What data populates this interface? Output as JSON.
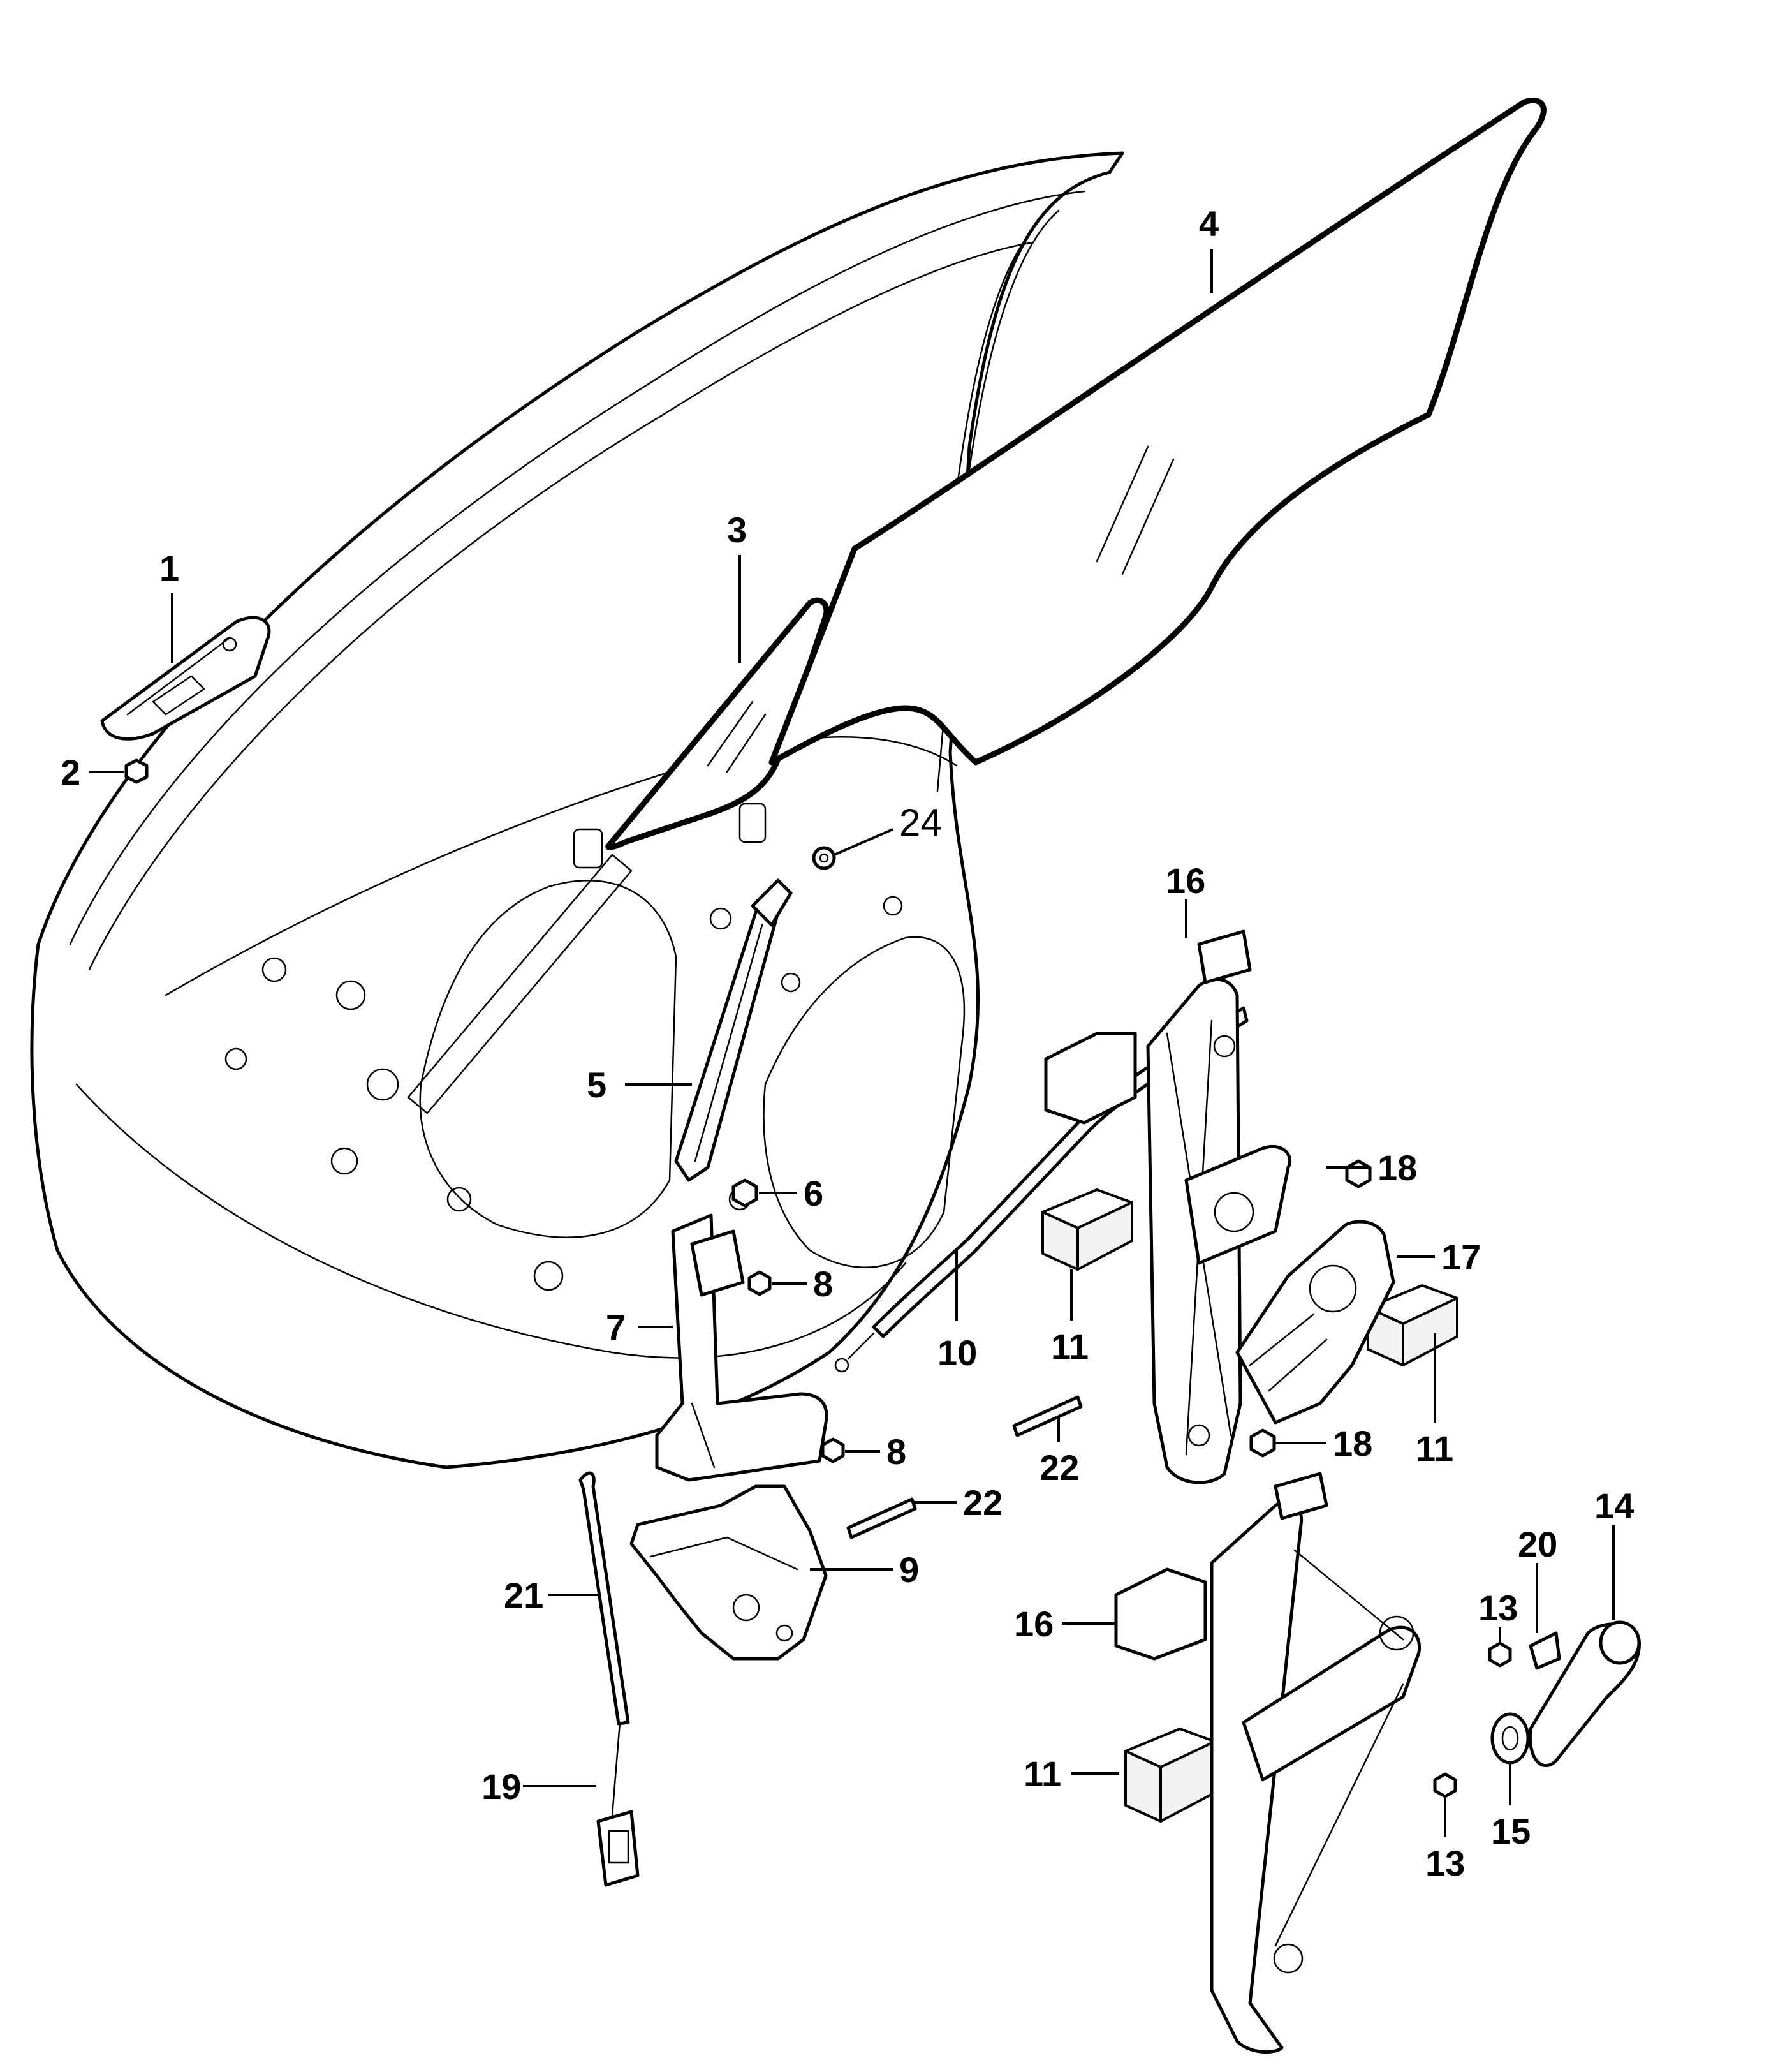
{
  "callouts": [
    {
      "id": "c1",
      "label": "1"
    },
    {
      "id": "c2",
      "label": "2"
    },
    {
      "id": "c3",
      "label": "3"
    },
    {
      "id": "c4",
      "label": "4"
    },
    {
      "id": "c5",
      "label": "5"
    },
    {
      "id": "c6",
      "label": "6"
    },
    {
      "id": "c7",
      "label": "7"
    },
    {
      "id": "c8a",
      "label": "8"
    },
    {
      "id": "c8b",
      "label": "8"
    },
    {
      "id": "c9",
      "label": "9"
    },
    {
      "id": "c10",
      "label": "10"
    },
    {
      "id": "c11a",
      "label": "11"
    },
    {
      "id": "c11b",
      "label": "11"
    },
    {
      "id": "c11c",
      "label": "11"
    },
    {
      "id": "c13a",
      "label": "13"
    },
    {
      "id": "c13b",
      "label": "13"
    },
    {
      "id": "c14",
      "label": "14"
    },
    {
      "id": "c15",
      "label": "15"
    },
    {
      "id": "c16a",
      "label": "16"
    },
    {
      "id": "c16b",
      "label": "16"
    },
    {
      "id": "c17",
      "label": "17"
    },
    {
      "id": "c18a",
      "label": "18"
    },
    {
      "id": "c18b",
      "label": "18"
    },
    {
      "id": "c19",
      "label": "19"
    },
    {
      "id": "c20",
      "label": "20"
    },
    {
      "id": "c21",
      "label": "21"
    },
    {
      "id": "c22a",
      "label": "22"
    },
    {
      "id": "c22b",
      "label": "22"
    },
    {
      "id": "c24",
      "label": "24"
    }
  ]
}
